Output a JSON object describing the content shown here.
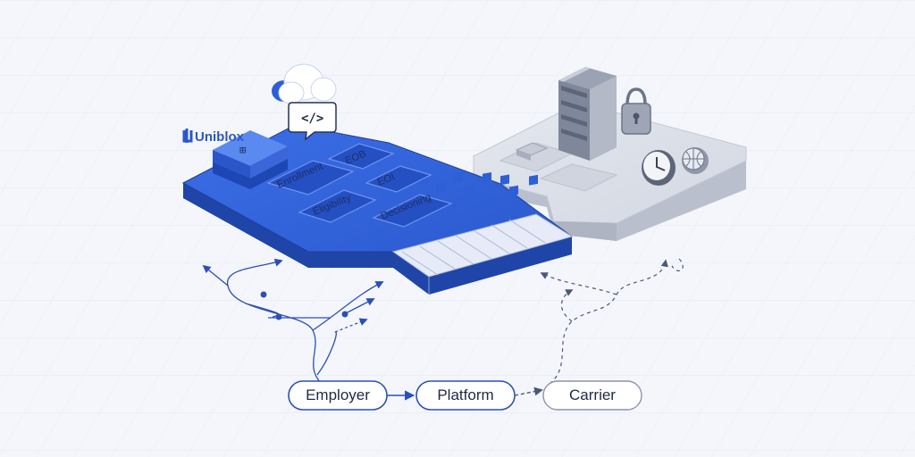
{
  "brand": {
    "name": "Uniblox",
    "color": "#2d57c9"
  },
  "modules": {
    "enrollment": "Enrollment",
    "eob": "EOB",
    "eligibility": "Eligibility",
    "eoi": "EOI",
    "decisioning": "Decisioning"
  },
  "code_icon": "</>",
  "flow": {
    "employer": "Employer",
    "platform": "Platform",
    "carrier": "Carrier"
  },
  "colors": {
    "background": "#f4f6fb",
    "platform_blue": "#2d5fd6",
    "platform_blue_dark": "#1f45a8",
    "carrier_gray": "#d8dce5",
    "line_blue": "#2b4fb8"
  }
}
